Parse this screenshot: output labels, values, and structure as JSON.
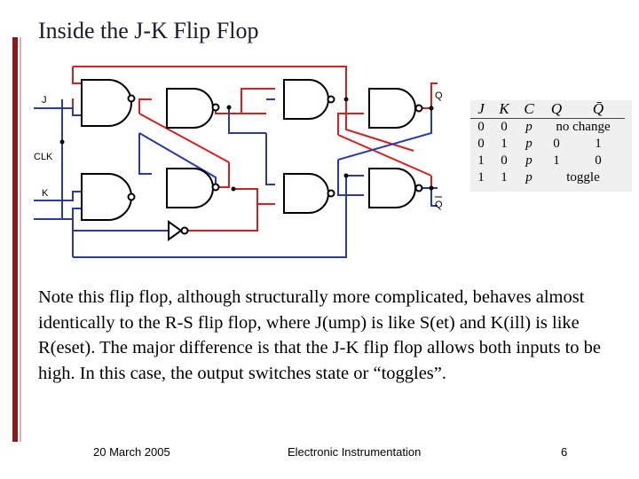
{
  "slide": {
    "title": "Inside the J-K Flip Flop",
    "body": "Note this flip flop, although structurally more complicated, behaves almost identically to the R-S flip flop, where J(ump) is like S(et) and K(ill) is like R(eset).  The major difference is that the J-K flip flop allows both inputs to be high.  In this case, the output switches state or “toggles”.",
    "footer": {
      "date": "20 March 2005",
      "course": "Electronic Instrumentation",
      "page": "6"
    }
  },
  "circuit": {
    "inputs": {
      "j": "J",
      "clk": "CLK",
      "k": "K"
    },
    "outputs": {
      "q": "Q",
      "q_bar": "Q"
    },
    "colors": {
      "wire_red": "#d42020",
      "wire_blue": "#2a3aa8",
      "wire_black": "#000000"
    }
  },
  "truth_table": {
    "headers": [
      "J",
      "K",
      "C",
      "Q",
      "Q̄"
    ],
    "rows": [
      [
        "0",
        "0",
        "p",
        "no change"
      ],
      [
        "0",
        "1",
        "p",
        "0",
        "1"
      ],
      [
        "1",
        "0",
        "p",
        "1",
        "0"
      ],
      [
        "1",
        "1",
        "p",
        "toggle"
      ]
    ]
  }
}
